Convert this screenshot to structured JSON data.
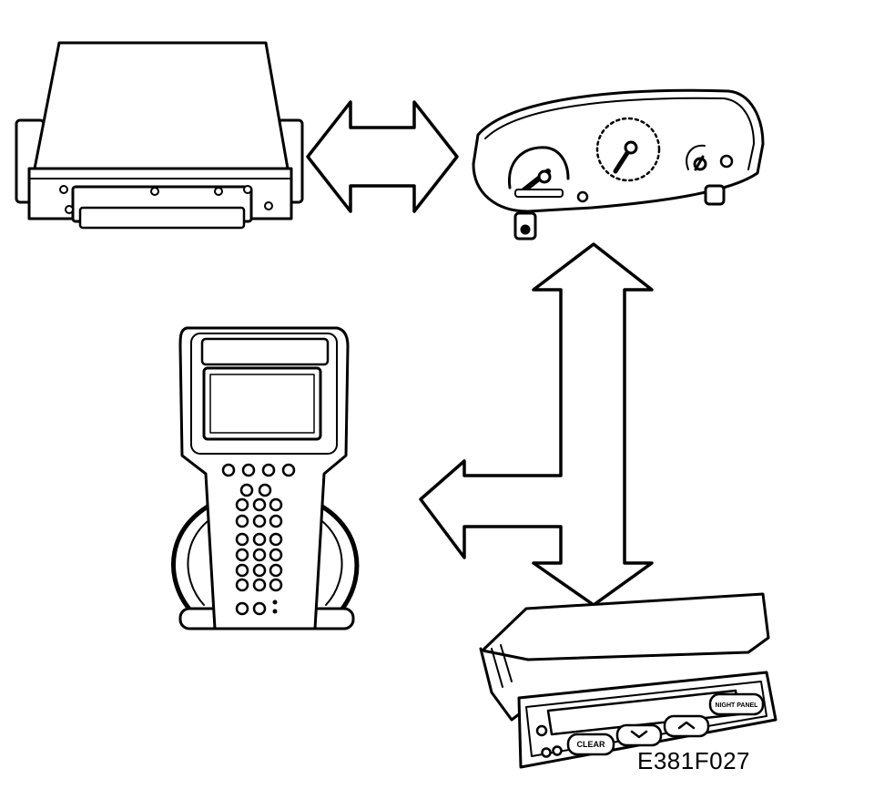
{
  "figure": {
    "code": "E381F027",
    "components": [
      "engine-control-module",
      "instrument-cluster",
      "diagnostic-scan-tool",
      "display-panel-unit"
    ]
  },
  "display_panel": {
    "clear_label": "CLEAR",
    "night_panel_label": "NIGHT PANEL"
  },
  "colors": {
    "line": "#000000",
    "fill": "#ffffff"
  }
}
